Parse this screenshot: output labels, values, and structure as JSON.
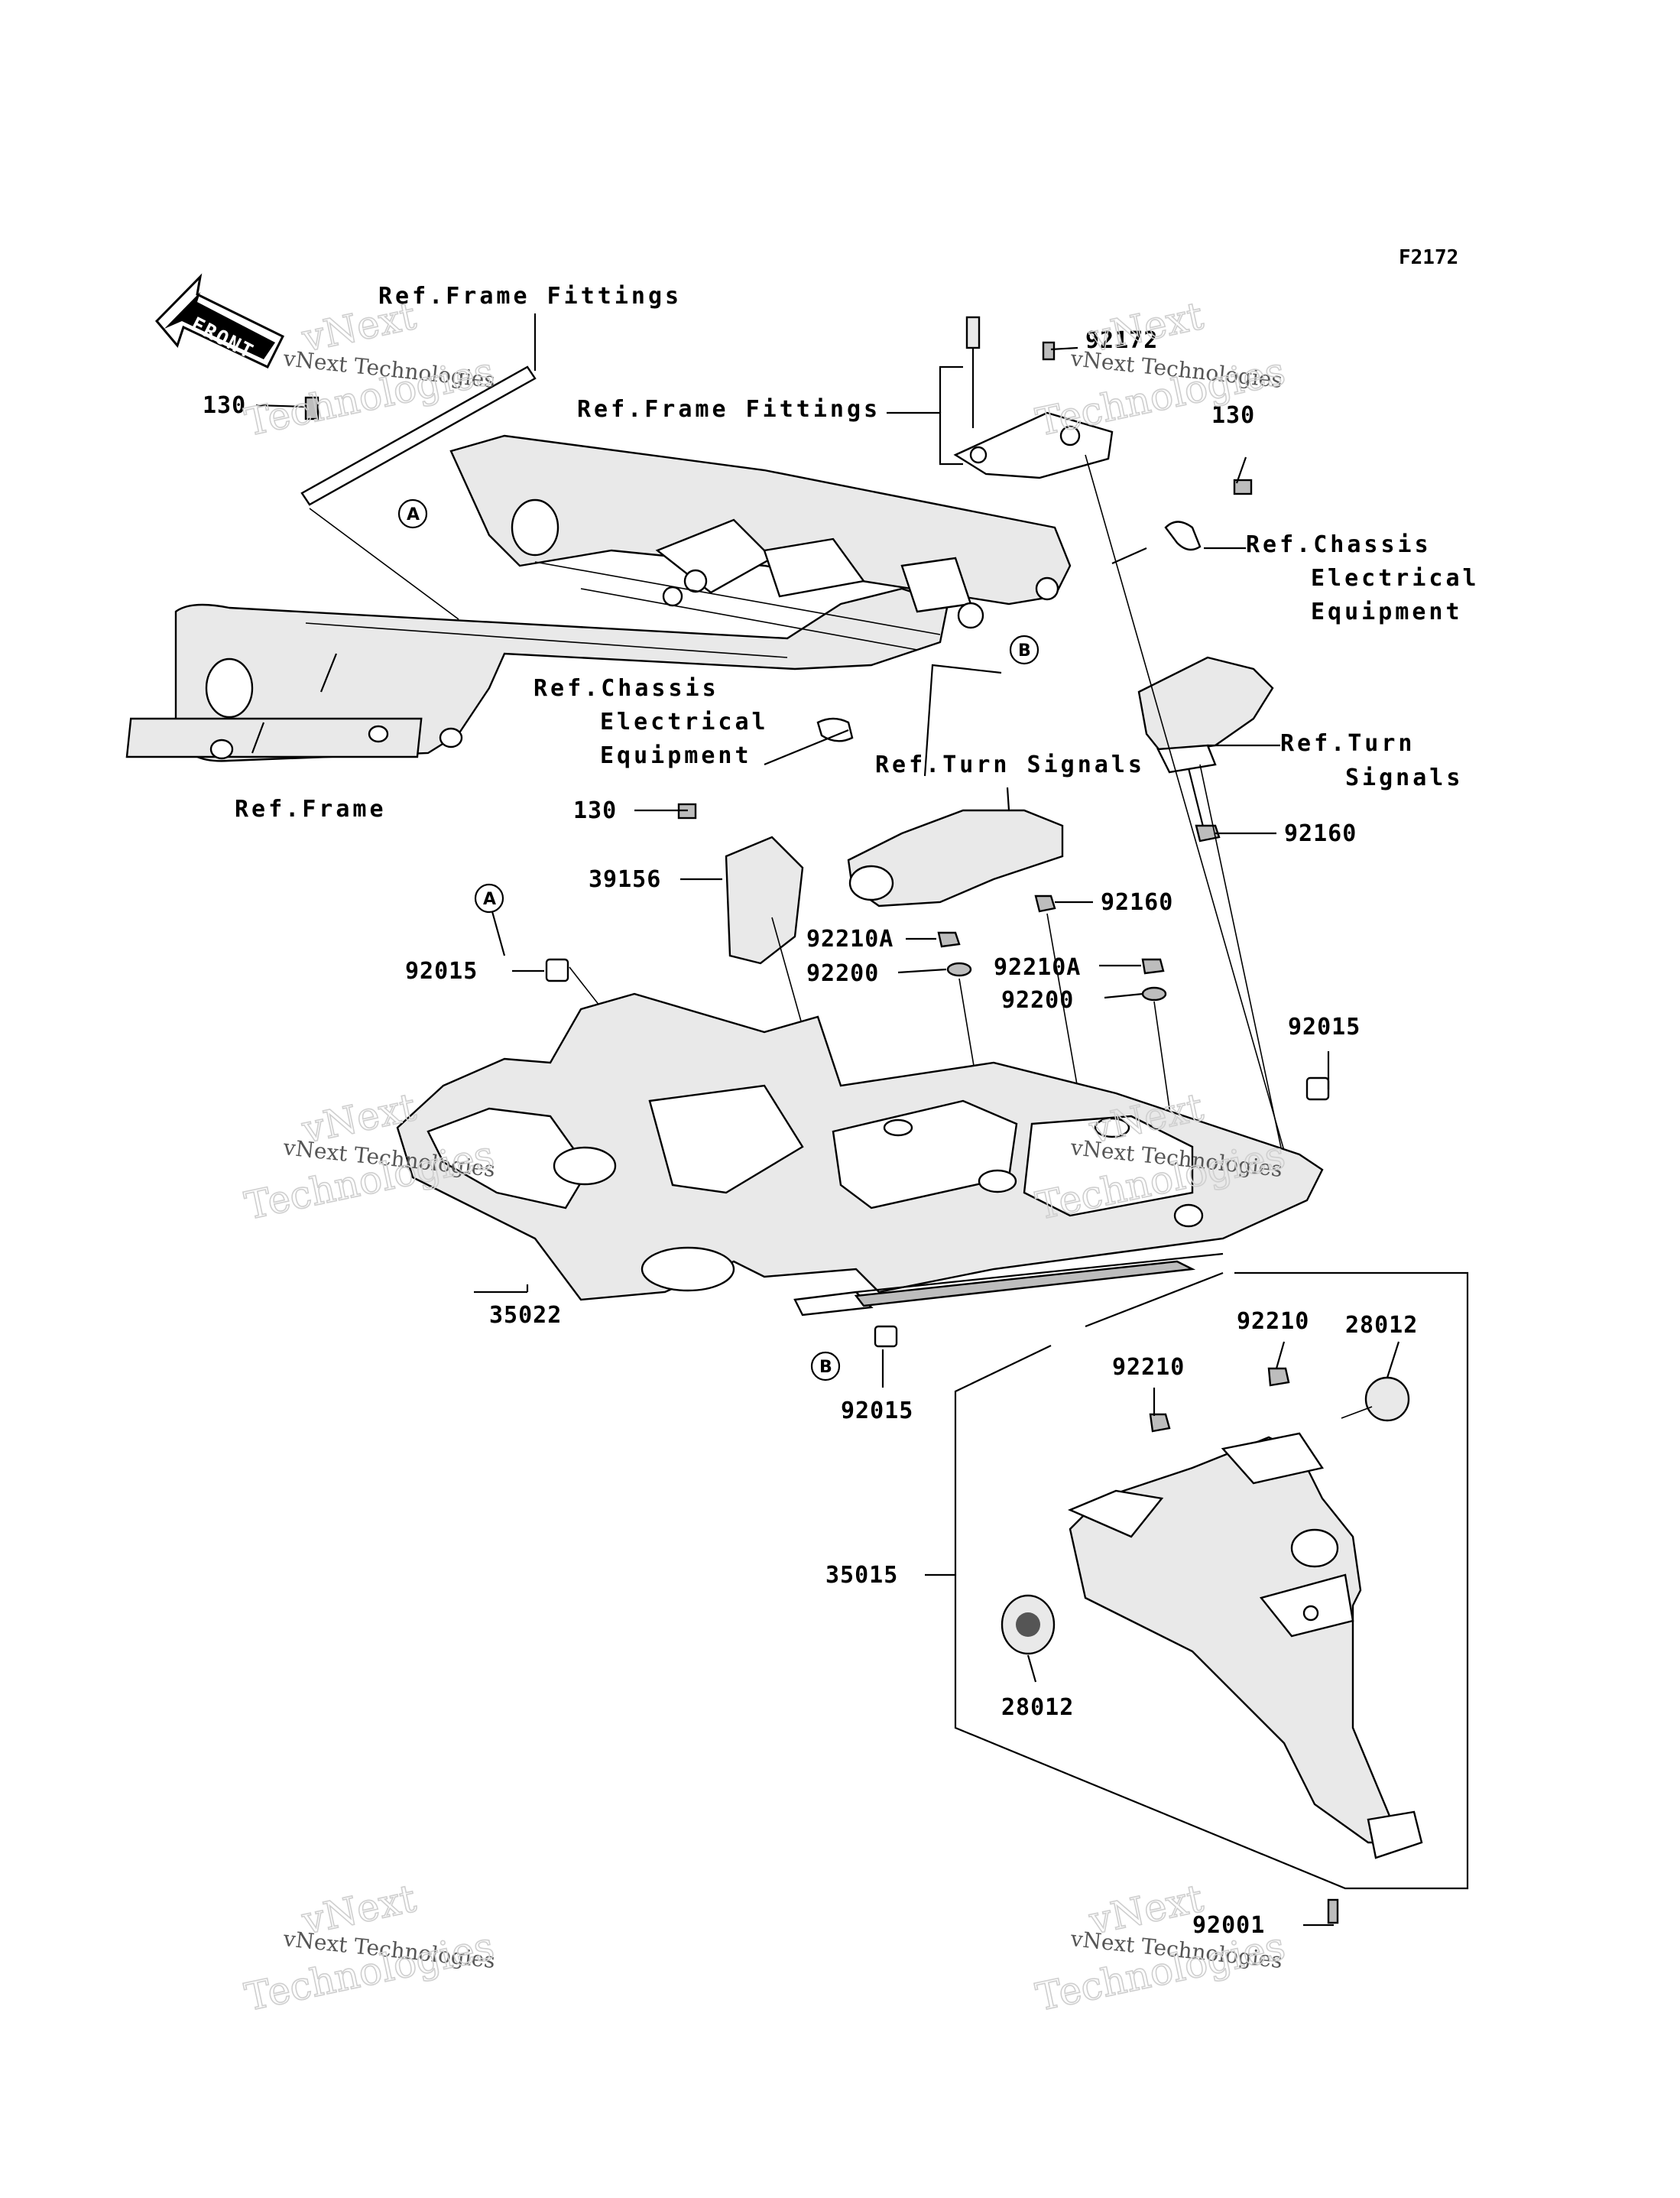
{
  "figure_code": "F2172",
  "front_arrow": "FRONT",
  "watermark": {
    "line1": "vNext Technologies",
    "line2": "Technologies",
    "line3": "vNext"
  },
  "labels": {
    "ref_frame_fittings_top": "Ref.Frame Fittings",
    "ref_frame_fittings_mid": "Ref.Frame Fittings",
    "ref_chassis_right_1": "Ref.Chassis",
    "ref_chassis_right_2": "Electrical",
    "ref_chassis_right_3": "Equipment",
    "ref_chassis_left_1": "Ref.Chassis",
    "ref_chassis_left_2": "Electrical",
    "ref_chassis_left_3": "Equipment",
    "ref_frame": "Ref.Frame",
    "ref_turn_right_1": "Ref.Turn",
    "ref_turn_right_2": "Signals",
    "ref_turn_center": "Ref.Turn Signals"
  },
  "callouts": {
    "A": "A",
    "B": "B"
  },
  "part_numbers": {
    "p130_topleft": "130",
    "p92172": "92172",
    "p130_right": "130",
    "p130_mid": "130",
    "p92160_right": "92160",
    "p92160_center": "92160",
    "p39156": "39156",
    "p92210A_left": "92210A",
    "p92200_left": "92200",
    "p92210A_right": "92210A",
    "p92200_right": "92200",
    "p92015_left": "92015",
    "p92015_right": "92015",
    "p92015_bottom": "92015",
    "p35022": "35022",
    "p92210_left": "92210",
    "p92210_right": "92210",
    "p28012_top": "28012",
    "p28012_bottom": "28012",
    "p35015": "35015",
    "p92001": "92001"
  }
}
